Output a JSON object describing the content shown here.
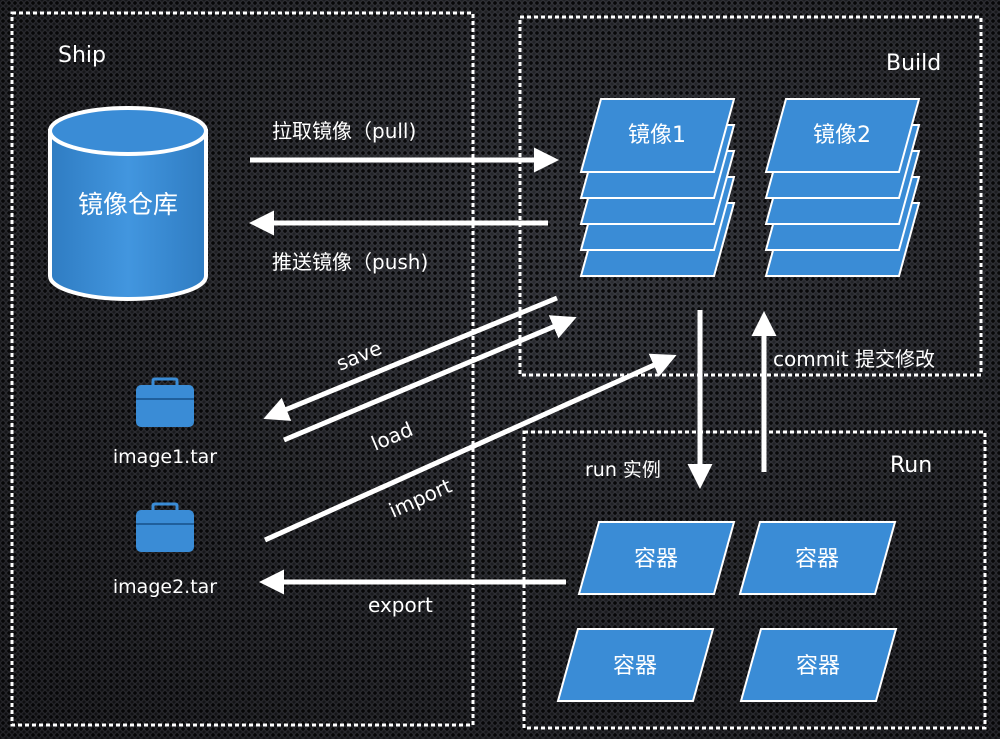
{
  "regions": {
    "ship": "Ship",
    "build": "Build",
    "run": "Run"
  },
  "registry": {
    "label": "镜像仓库"
  },
  "images": [
    {
      "label": "镜像1"
    },
    {
      "label": "镜像2"
    }
  ],
  "archives": [
    {
      "label": "image1.tar",
      "icon": "briefcase-icon"
    },
    {
      "label": "image2.tar",
      "icon": "briefcase-icon"
    }
  ],
  "containers": [
    {
      "label": "容器"
    },
    {
      "label": "容器"
    },
    {
      "label": "容器"
    },
    {
      "label": "容器"
    }
  ],
  "arrows": {
    "pull": "拉取镜像（pull)",
    "push": "推送镜像（push)",
    "save": "save",
    "load": "load",
    "import": "import",
    "export": "export",
    "commit": "commit 提交修改",
    "run": "run 实例"
  },
  "colors": {
    "shape_fill": "#3a8cd6",
    "shape_stroke": "#1d5f9c",
    "arrow": "#ffffff",
    "border": "#ffffff"
  }
}
